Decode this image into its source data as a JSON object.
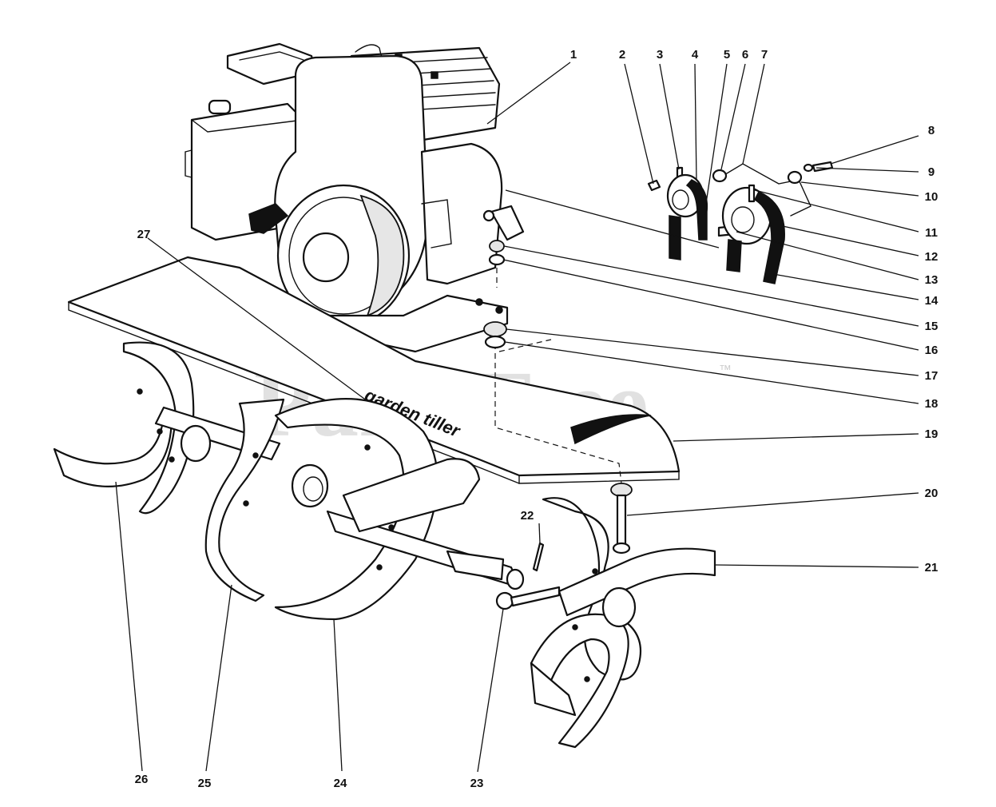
{
  "watermark": {
    "text": "PartsTree",
    "tm": "™"
  },
  "tine_shield_text": "garden tiller",
  "callouts": [
    {
      "n": "1"
    },
    {
      "n": "2"
    },
    {
      "n": "3"
    },
    {
      "n": "4"
    },
    {
      "n": "5"
    },
    {
      "n": "6"
    },
    {
      "n": "7"
    },
    {
      "n": "8"
    },
    {
      "n": "9"
    },
    {
      "n": "10"
    },
    {
      "n": "11"
    },
    {
      "n": "12"
    },
    {
      "n": "13"
    },
    {
      "n": "14"
    },
    {
      "n": "15"
    },
    {
      "n": "16"
    },
    {
      "n": "17"
    },
    {
      "n": "18"
    },
    {
      "n": "19"
    },
    {
      "n": "20"
    },
    {
      "n": "21"
    },
    {
      "n": "22"
    },
    {
      "n": "23"
    },
    {
      "n": "24"
    },
    {
      "n": "25"
    },
    {
      "n": "26"
    },
    {
      "n": "27"
    }
  ]
}
